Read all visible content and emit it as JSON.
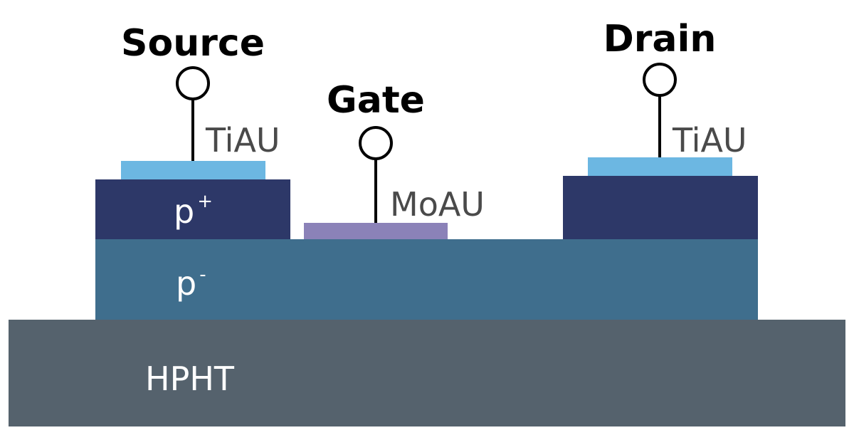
{
  "terminals": {
    "source": "Source",
    "gate": "Gate",
    "drain": "Drain"
  },
  "contacts": {
    "source_metal": "TiAU",
    "gate_metal": "MoAU",
    "drain_metal": "TiAU"
  },
  "layers": {
    "p_plus": {
      "base": "p",
      "sup": "+"
    },
    "p_minus": {
      "base": "p",
      "sup": "-"
    },
    "substrate": "HPHT"
  },
  "colors": {
    "substrate": "#55626d",
    "p_minus": "#3f6e8d",
    "p_plus": "#2d3868",
    "tiau": "#6cb7e2",
    "moau": "#8b82b8",
    "wire": "#000000",
    "terminal_text": "#000000",
    "metal_text": "#4a4a4a",
    "layer_text": "#ffffff"
  }
}
